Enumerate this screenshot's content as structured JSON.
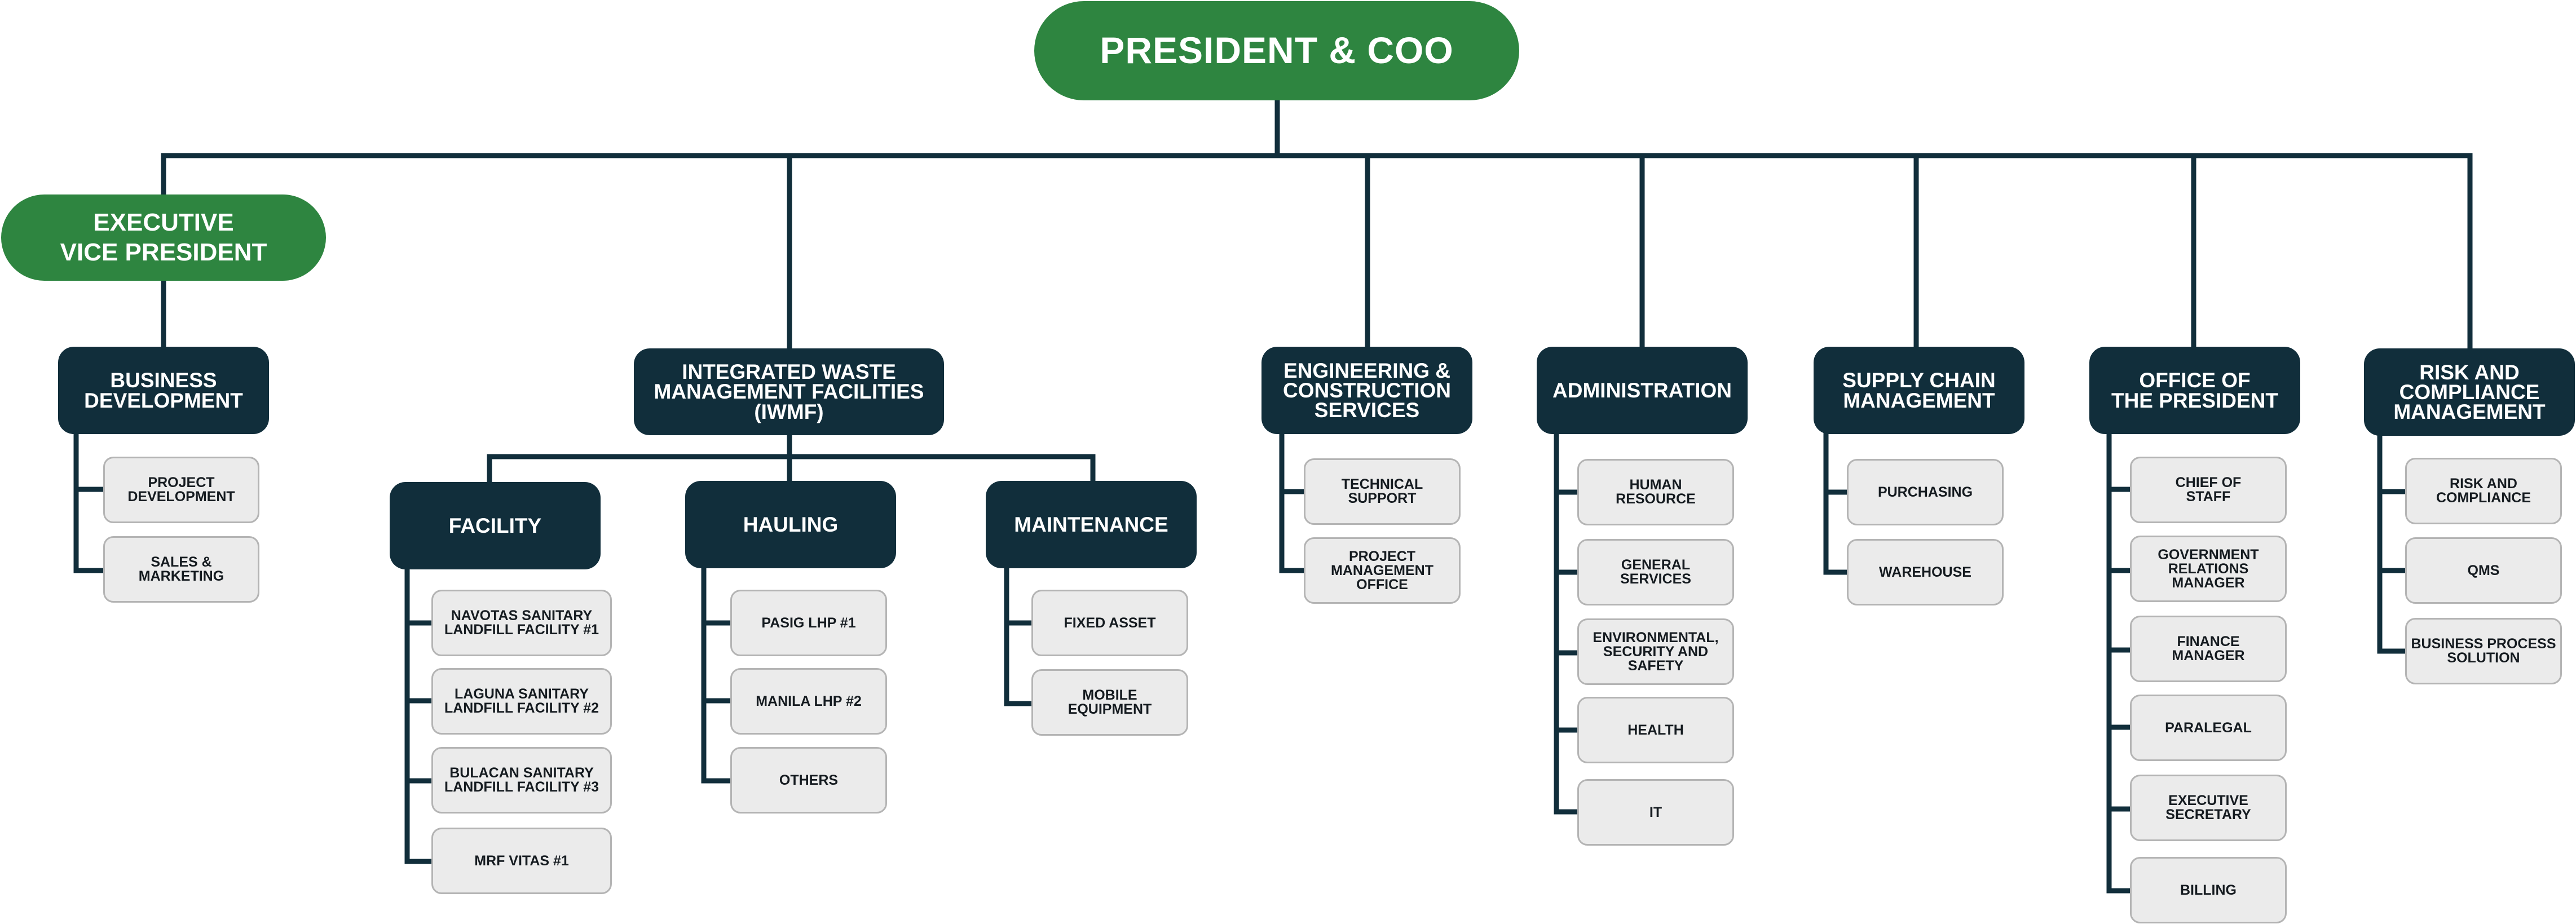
{
  "chart_title": "PRESIDENT & COO",
  "evp": "EXECUTIVE\nVICE PRESIDENT",
  "business_development": {
    "title": "BUSINESS\nDEVELOPMENT",
    "items": [
      "PROJECT\nDEVELOPMENT",
      "SALES &\nMARKETING"
    ]
  },
  "iwmf": {
    "title": "INTEGRATED WASTE\nMANAGEMENT FACILITIES\n(IWMF)",
    "facility": {
      "title": "FACILITY",
      "items": [
        "NAVOTAS SANITARY\nLANDFILL FACILITY #1",
        "LAGUNA SANITARY\nLANDFILL FACILITY #2",
        "BULACAN SANITARY\nLANDFILL FACILITY #3",
        "MRF VITAS #1"
      ]
    },
    "hauling": {
      "title": "HAULING",
      "items": [
        "PASIG LHP #1",
        "MANILA LHP #2",
        "OTHERS"
      ]
    },
    "maintenance": {
      "title": "MAINTENANCE",
      "items": [
        "FIXED ASSET",
        "MOBILE\nEQUIPMENT"
      ]
    }
  },
  "engineering": {
    "title": "ENGINEERING &\nCONSTRUCTION\nSERVICES",
    "items": [
      "TECHNICAL\nSUPPORT",
      "PROJECT\nMANAGEMENT\nOFFICE"
    ]
  },
  "administration": {
    "title": "ADMINISTRATION",
    "items": [
      "HUMAN\nRESOURCE",
      "GENERAL\nSERVICES",
      "ENVIRONMENTAL,\nSECURITY AND\nSAFETY",
      "HEALTH",
      "IT"
    ]
  },
  "supply_chain": {
    "title": "SUPPLY CHAIN\nMANAGEMENT",
    "items": [
      "PURCHASING",
      "WAREHOUSE"
    ]
  },
  "office_president": {
    "title": "OFFICE OF\nTHE PRESIDENT",
    "items": [
      "CHIEF OF\nSTAFF",
      "GOVERNMENT\nRELATIONS\nMANAGER",
      "FINANCE\nMANAGER",
      "PARALEGAL",
      "EXECUTIVE\nSECRETARY",
      "BILLING"
    ]
  },
  "risk": {
    "title": "RISK AND\nCOMPLIANCE\nMANAGEMENT",
    "items": [
      "RISK AND\nCOMPLIANCE",
      "QMS",
      "BUSINESS PROCESS\nSOLUTION"
    ]
  },
  "colors": {
    "green": "#2e8540",
    "navy": "#112e3b",
    "leaf_fill": "#ebebeb",
    "leaf_border": "#b4b4b4",
    "line": "#112e3b"
  }
}
